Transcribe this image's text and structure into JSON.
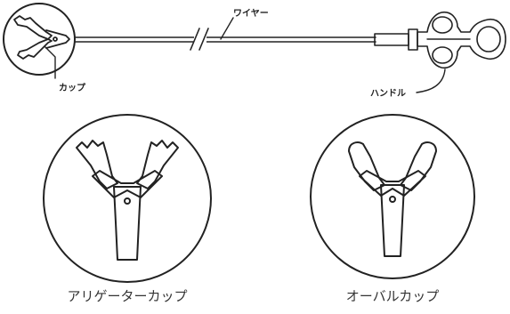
{
  "labels": {
    "wire": "ワイヤー",
    "cup": "カップ",
    "handle": "ハンドル"
  },
  "captions": {
    "alligator": "アリゲーターカップ",
    "oval": "オーバルカップ"
  }
}
